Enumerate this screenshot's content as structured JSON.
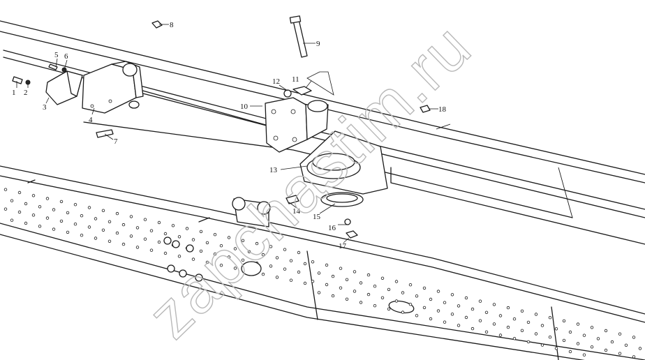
{
  "watermark": "zapchastim.ru",
  "callouts": [
    {
      "id": "1",
      "label": "1"
    },
    {
      "id": "2",
      "label": "2"
    },
    {
      "id": "3",
      "label": "3"
    },
    {
      "id": "4",
      "label": "4"
    },
    {
      "id": "5",
      "label": "5"
    },
    {
      "id": "6",
      "label": "6"
    },
    {
      "id": "7",
      "label": "7"
    },
    {
      "id": "8",
      "label": "8"
    },
    {
      "id": "9",
      "label": "9"
    },
    {
      "id": "10",
      "label": "10"
    },
    {
      "id": "11",
      "label": "11"
    },
    {
      "id": "12",
      "label": "12"
    },
    {
      "id": "13",
      "label": "13"
    },
    {
      "id": "14",
      "label": "14"
    },
    {
      "id": "15",
      "label": "15"
    },
    {
      "id": "16",
      "label": "16"
    },
    {
      "id": "17",
      "label": "17"
    },
    {
      "id": "18",
      "label": "18"
    }
  ]
}
